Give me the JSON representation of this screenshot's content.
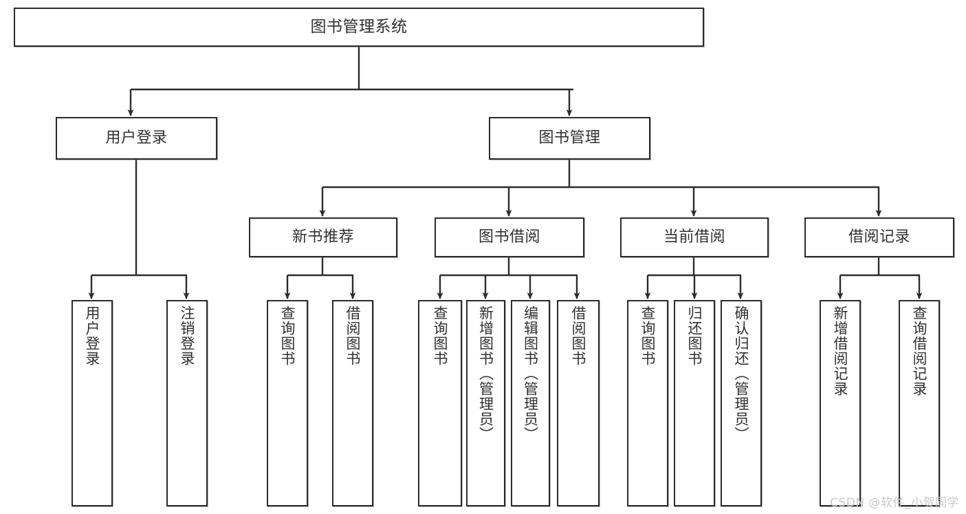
{
  "diagram": {
    "title": "图书管理系统",
    "type": "tree",
    "colors": {
      "box_border": "#2b2b2b",
      "box_fill": "#ffffff",
      "text": "#303030",
      "edge": "#2b2b2b",
      "background": "#ffffff",
      "watermark": "#c9c9c9"
    },
    "nodes": {
      "root": {
        "label": "图书管理系统"
      },
      "level2": [
        {
          "label": "用户登录"
        },
        {
          "label": "图书管理"
        }
      ],
      "level3": [
        {
          "label": "新书推荐"
        },
        {
          "label": "图书借阅"
        },
        {
          "label": "当前借阅"
        },
        {
          "label": "借阅记录"
        }
      ],
      "leaves_user_login": [
        {
          "label": "用户登录"
        },
        {
          "label": "注销登录"
        }
      ],
      "leaves_new_books": [
        {
          "label": "查询图书"
        },
        {
          "label": "借阅图书"
        }
      ],
      "leaves_borrow": [
        {
          "label": "查询图书"
        },
        {
          "label": "新增图书（管理员）"
        },
        {
          "label": "编辑图书（管理员）"
        },
        {
          "label": "借阅图书"
        }
      ],
      "leaves_current": [
        {
          "label": "查询图书"
        },
        {
          "label": "归还图书"
        },
        {
          "label": "确认归还（管理员）"
        }
      ],
      "leaves_records": [
        {
          "label": "新增借阅记录"
        },
        {
          "label": "查询借阅记录"
        }
      ]
    },
    "watermark": "CSDN @软件_小贺同学"
  }
}
